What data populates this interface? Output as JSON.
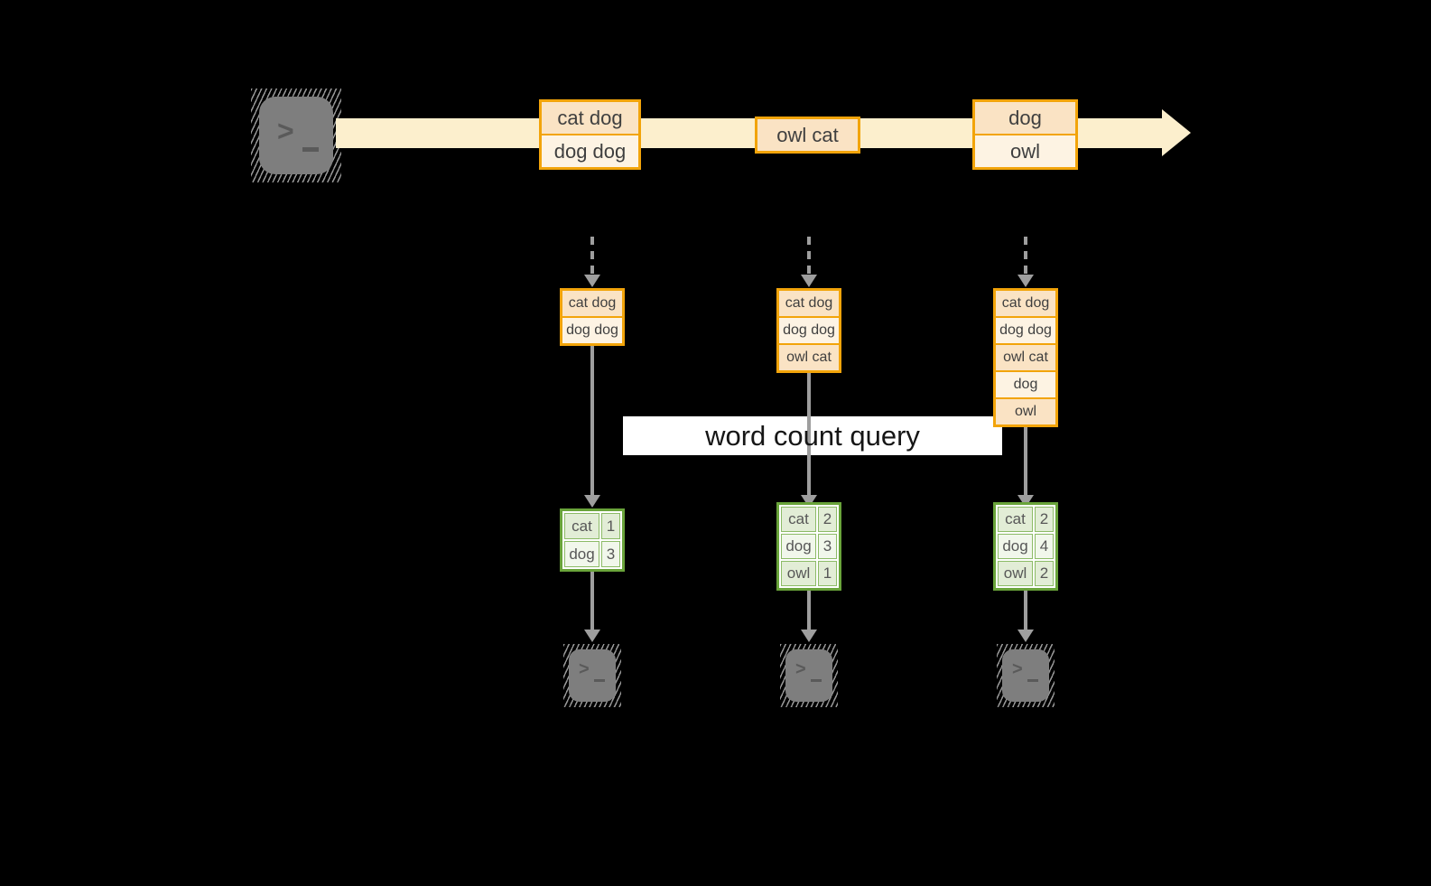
{
  "diagram": {
    "query_label": "word count query",
    "terminal_prompt": ">",
    "stream_batches": [
      {
        "rows": [
          "cat dog",
          "dog dog"
        ]
      },
      {
        "rows": [
          "owl cat"
        ]
      },
      {
        "rows": [
          "dog",
          "owl"
        ]
      }
    ],
    "micro_batches": [
      {
        "rows": [
          "cat dog",
          "dog dog"
        ]
      },
      {
        "rows": [
          "cat dog",
          "dog dog",
          "owl cat"
        ]
      },
      {
        "rows": [
          "cat dog",
          "dog dog",
          "owl cat",
          "dog",
          "owl"
        ]
      }
    ],
    "count_tables": [
      {
        "rows": [
          {
            "word": "cat",
            "count": "1"
          },
          {
            "word": "dog",
            "count": "3"
          }
        ]
      },
      {
        "rows": [
          {
            "word": "cat",
            "count": "2"
          },
          {
            "word": "dog",
            "count": "3"
          },
          {
            "word": "owl",
            "count": "1"
          }
        ]
      },
      {
        "rows": [
          {
            "word": "cat",
            "count": "2"
          },
          {
            "word": "dog",
            "count": "4"
          },
          {
            "word": "owl",
            "count": "2"
          }
        ]
      }
    ],
    "colors": {
      "background": "#000000",
      "stream_band": "#FCEFCD",
      "box_border": "#F2A40A",
      "box_fill_dark": "#FAE3C4",
      "box_fill_light": "#FDF3E3",
      "table_border": "#69A33A",
      "table_cell_dark": "#E2EDD6",
      "table_cell_light": "#F1F7EB",
      "arrow_gray": "#9E9E9E",
      "terminal_gray": "#7E7E7E"
    }
  }
}
